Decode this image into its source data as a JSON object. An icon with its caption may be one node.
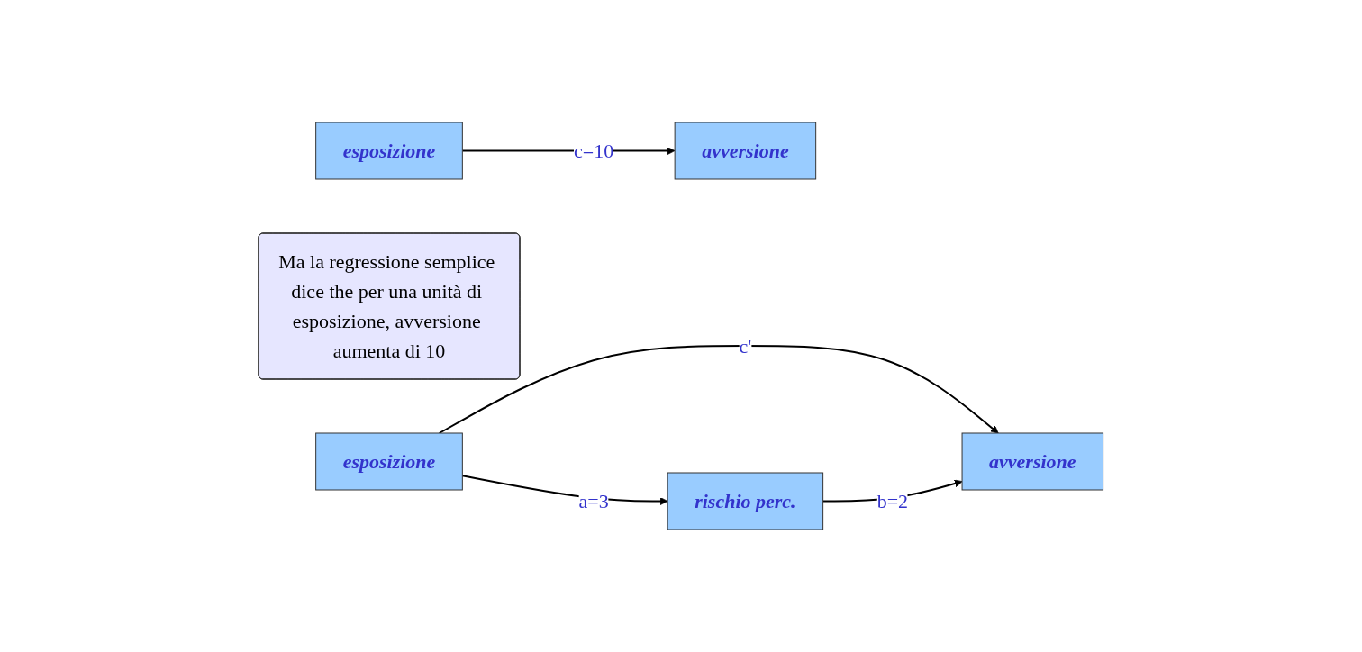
{
  "diagram": {
    "nodes": [
      {
        "text": [
          "esposizione"
        ]
      },
      {
        "text": [
          "avversione"
        ]
      },
      {
        "text": [
          "Ma la regressione semplice dice the per una unità di esposizione, avversione aumenta di 10"
        ]
      },
      {
        "text": [
          "esposizione"
        ]
      },
      {
        "text": [
          "avversione"
        ]
      },
      {
        "text": [
          "rischio perc."
        ]
      }
    ],
    "edges": [
      {
        "from": 0,
        "to": 1,
        "arrow": "to",
        "label": "c=10"
      },
      {
        "from": 3,
        "to": 4,
        "arrow": "to",
        "label": "c'"
      },
      {
        "from": 3,
        "to": 5,
        "arrow": "to",
        "label": "a=3"
      },
      {
        "from": 5,
        "to": 4,
        "arrow": "to",
        "label": "b=2"
      }
    ]
  }
}
